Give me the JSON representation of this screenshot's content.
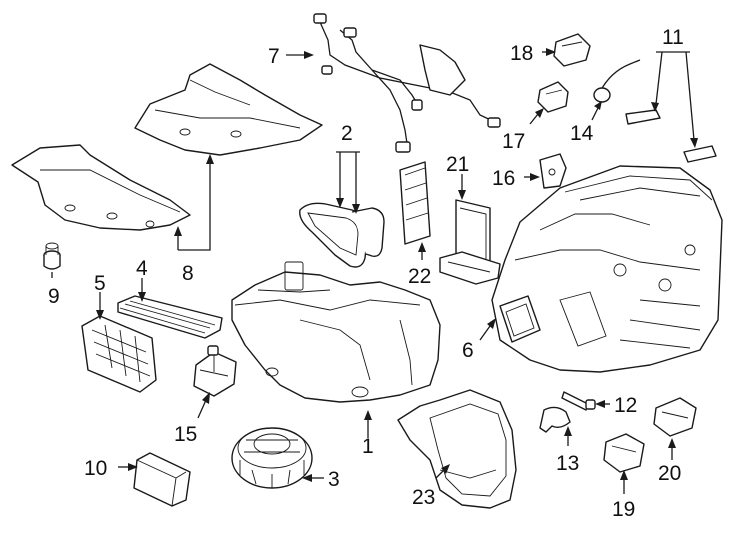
{
  "diagram": {
    "callouts": [
      "1",
      "2",
      "3",
      "4",
      "5",
      "6",
      "7",
      "8",
      "9",
      "10",
      "11",
      "12",
      "13",
      "14",
      "15",
      "16",
      "17",
      "18",
      "19",
      "20",
      "21",
      "22",
      "23"
    ]
  },
  "colors": {
    "line": "#1a1a1a",
    "background": "#ffffff"
  }
}
